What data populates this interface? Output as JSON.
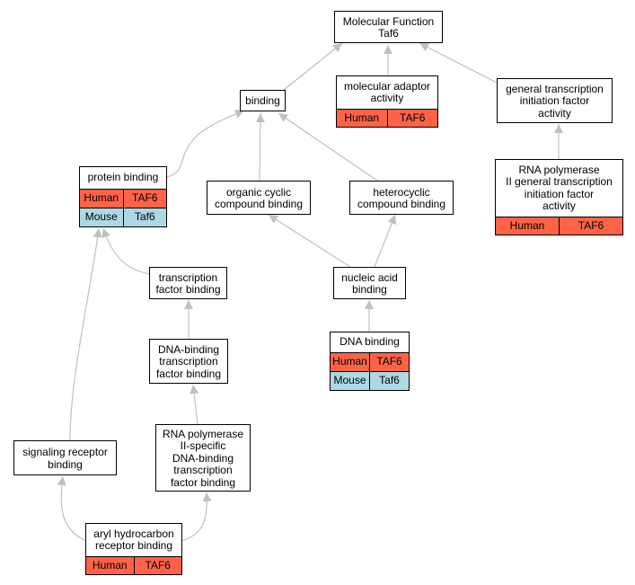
{
  "colors": {
    "human": "#ff6347",
    "mouse": "#add8e6",
    "edge": "#c0c0c0"
  },
  "nodes": {
    "molecular_function": {
      "label": "Molecular Function\nTaf6",
      "rows": []
    },
    "binding": {
      "label": "binding",
      "rows": []
    },
    "molecular_adaptor_activity": {
      "label": "molecular adaptor\nactivity",
      "rows": [
        {
          "species": "Human",
          "gene": "TAF6"
        }
      ]
    },
    "general_transcription_initiation_factor_activity": {
      "label": "general transcription\ninitiation factor\nactivity",
      "rows": []
    },
    "rna_pol_ii_general_transcription_initiation_factor_activity": {
      "label": "RNA polymerase\nII general transcription\ninitiation factor\nactivity",
      "rows": [
        {
          "species": "Human",
          "gene": "TAF6"
        }
      ]
    },
    "protein_binding": {
      "label": "protein binding",
      "rows": [
        {
          "species": "Human",
          "gene": "TAF6"
        },
        {
          "species": "Mouse",
          "gene": "Taf6"
        }
      ]
    },
    "organic_cyclic_compound_binding": {
      "label": "organic cyclic\ncompound binding",
      "rows": []
    },
    "heterocyclic_compound_binding": {
      "label": "heterocyclic\ncompound binding",
      "rows": []
    },
    "transcription_factor_binding": {
      "label": "transcription\nfactor binding",
      "rows": []
    },
    "nucleic_acid_binding": {
      "label": "nucleic acid\nbinding",
      "rows": []
    },
    "dna_binding_transcription_factor_binding": {
      "label": "DNA-binding\ntranscription\nfactor binding",
      "rows": []
    },
    "dna_binding": {
      "label": "DNA binding",
      "rows": [
        {
          "species": "Human",
          "gene": "TAF6"
        },
        {
          "species": "Mouse",
          "gene": "Taf6"
        }
      ]
    },
    "rna_pol_ii_specific_dna_binding_tf_binding": {
      "label": "RNA polymerase\nII-specific\nDNA-binding\ntranscription\nfactor binding",
      "rows": []
    },
    "signaling_receptor_binding": {
      "label": "signaling receptor\nbinding",
      "rows": []
    },
    "aryl_hydrocarbon_receptor_binding": {
      "label": "aryl hydrocarbon\nreceptor binding",
      "rows": [
        {
          "species": "Human",
          "gene": "TAF6"
        }
      ]
    }
  }
}
